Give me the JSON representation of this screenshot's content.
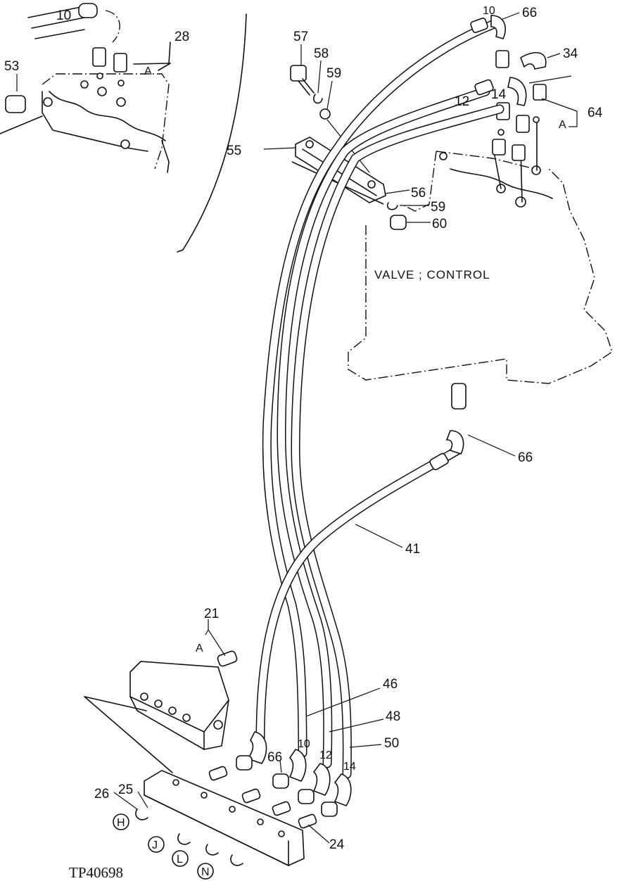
{
  "figure_id": "TP40698",
  "component_label": "VALVE ; CONTROL",
  "reference_mark": "A",
  "callouts": [
    "10",
    "28",
    "53",
    "57",
    "58",
    "59",
    "66",
    "34",
    "12",
    "14",
    "64",
    "55",
    "56",
    "59",
    "60",
    "66",
    "41",
    "21",
    "46",
    "48",
    "50",
    "26",
    "25",
    "66",
    "24"
  ],
  "hose_tags": [
    "10",
    "12",
    "14",
    "10",
    "12",
    "14"
  ],
  "port_letters": [
    "H",
    "J",
    "L",
    "N"
  ]
}
